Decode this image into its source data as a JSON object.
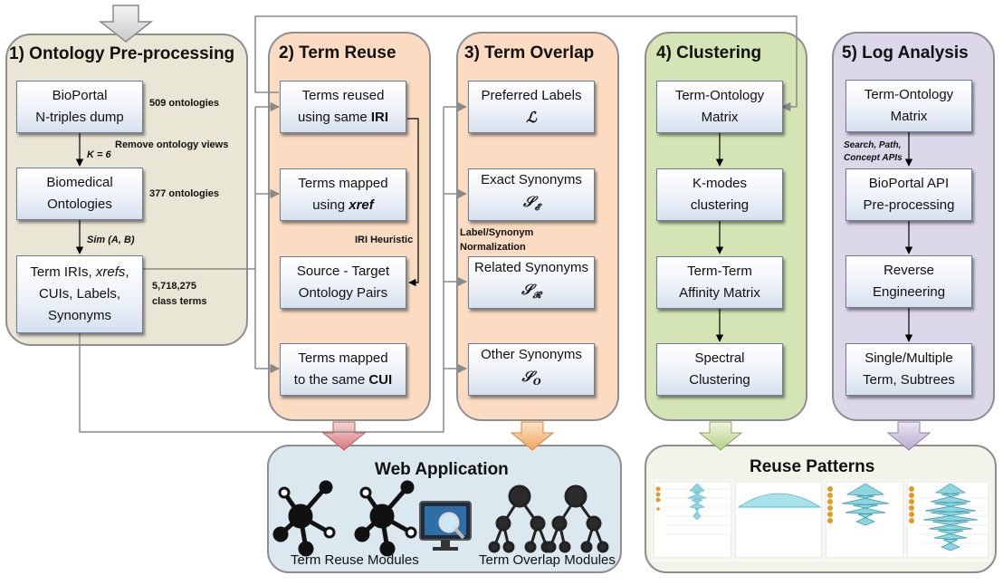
{
  "panels": {
    "p1": {
      "title": "1) Ontology Pre-processing"
    },
    "p2": {
      "title": "2) Term Reuse"
    },
    "p3": {
      "title": "3) Term Overlap"
    },
    "p4": {
      "title": "4)  Clustering"
    },
    "p5": {
      "title": "5) Log Analysis"
    }
  },
  "p1": {
    "box1": [
      "BioPortal",
      "N-triples dump"
    ],
    "box2": [
      "Biomedical",
      "Ontologies"
    ],
    "box3": [
      "Term IRIs, ",
      "xrefs",
      ",",
      "CUIs, Labels,",
      "Synonyms"
    ],
    "note_509": "509 ontologies",
    "note_remove": "Remove ontology  views",
    "note_k": "K = 6",
    "note_377": "377 ontologies",
    "note_sim": "Sim (A, B)",
    "note_count": "5,718,275",
    "note_class": "class terms"
  },
  "p2": {
    "box1": [
      "Terms reused",
      "using same ",
      "IRI"
    ],
    "box2": [
      "Terms mapped",
      "using ",
      "xref"
    ],
    "box3": [
      "Source - Target",
      "Ontology Pairs"
    ],
    "box4": [
      "Terms mapped",
      "to the same ",
      "CUI"
    ],
    "note_iri": "IRI Heuristic"
  },
  "p3": {
    "box1": [
      "Preferred Labels",
      "ℒ"
    ],
    "box2": [
      "Exact Synonyms",
      "𝒮",
      "𝓔"
    ],
    "box3": [
      "Related Synonyms",
      "𝒮",
      "𝓡"
    ],
    "box4": [
      "Other Synonyms",
      "𝒮",
      "O"
    ],
    "note_label": "Label/Synonym",
    "note_norm": "Normalization"
  },
  "p4": {
    "box1": [
      "Term-Ontology",
      "Matrix"
    ],
    "box2": [
      "K-modes",
      "clustering"
    ],
    "box3": [
      "Term-Term",
      "Affinity Matrix"
    ],
    "box4": [
      "Spectral",
      "Clustering"
    ]
  },
  "p5": {
    "box1": [
      "Term-Ontology",
      "Matrix"
    ],
    "box2": [
      "BioPortal API",
      "Pre-processing"
    ],
    "box3": [
      "Reverse",
      "Engineering"
    ],
    "box4": [
      "Single/Multiple",
      "Term, Subtrees"
    ],
    "note_api1": "Search, Path,",
    "note_api2": "Concept APIs"
  },
  "webapp": {
    "title": "Web Application",
    "label_reuse": "Term Reuse Modules",
    "label_overlap": "Term Overlap Modules"
  },
  "patterns": {
    "title": "Reuse Patterns"
  },
  "colors": {
    "p1_bg": "#e9e6d6",
    "p23_bg": "#fbdcc3",
    "p4_bg": "#d5e4b4",
    "p5_bg": "#ddd7ea",
    "web_bg": "#dbe8ef",
    "patterns_bg": "#f2f4ea"
  }
}
